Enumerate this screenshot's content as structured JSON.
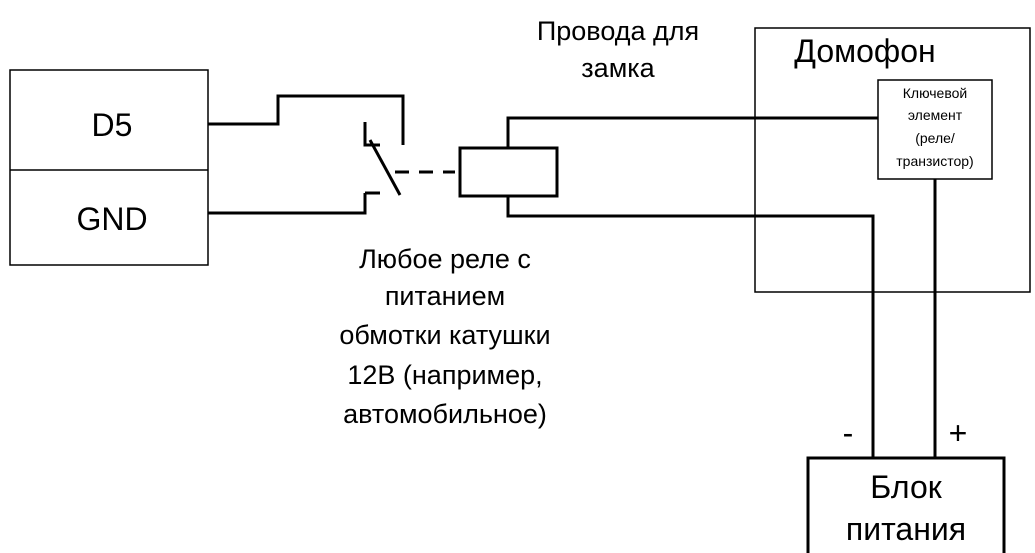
{
  "controller": {
    "pin_d5": "D5",
    "pin_gnd": "GND"
  },
  "wires_label": [
    "Провода для",
    "замка"
  ],
  "relay_label": [
    "Любое реле с",
    "питанием",
    "обмотки катушки",
    "12В (например,",
    "автомобильное)"
  ],
  "intercom": {
    "title": "Домофон",
    "key_element": [
      "Ключевой",
      "элемент",
      "(реле/",
      "транзистор)"
    ]
  },
  "power_supply": {
    "title": [
      "Блок",
      "питания"
    ],
    "minus": "-",
    "plus": "+"
  }
}
